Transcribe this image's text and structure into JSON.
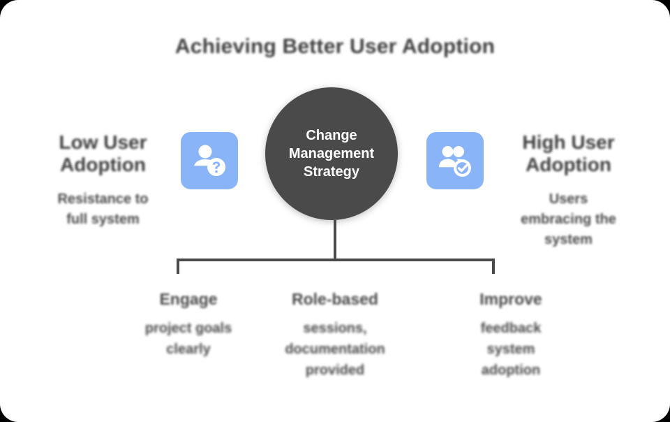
{
  "title": "Achieving Better User Adoption",
  "colors": {
    "card_background": "#ffffff",
    "page_background": "#000000",
    "center_node": "#4a4a4a",
    "icon_tile": "#8ab4f8",
    "text": "#4a4a4a",
    "connector": "#4a4a4a"
  },
  "center": {
    "label": "Change\nManagement\nStrategy"
  },
  "sides": [
    {
      "id": "low-user-adoption",
      "heading": "Low User\nAdoption",
      "sub": "Resistance to\nfull system",
      "icon": "person-question-icon"
    },
    {
      "id": "high-user-adoption",
      "heading": "High User\nAdoption",
      "sub": "Users\nembracing the\nsystem",
      "icon": "people-check-icon"
    }
  ],
  "bottom_items": [
    {
      "id": "engage",
      "heading": "Engage",
      "sub": "project goals\nclearly"
    },
    {
      "id": "role-based",
      "heading": "Role-based",
      "sub": "sessions,\ndocumentation\nprovided"
    },
    {
      "id": "improve",
      "heading": "Improve",
      "sub": "feedback\nsystem\nadoption"
    }
  ]
}
